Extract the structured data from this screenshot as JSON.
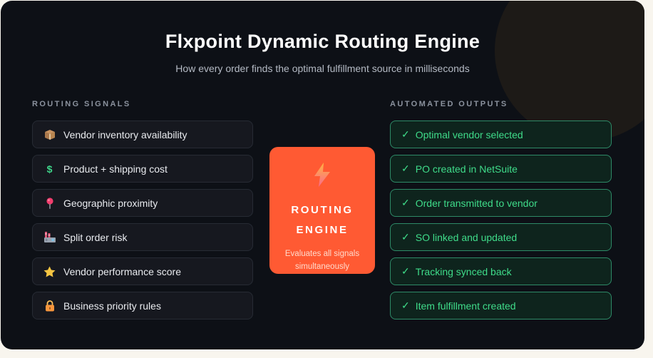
{
  "header": {
    "title": "Flxpoint Dynamic Routing Engine",
    "subtitle": "How every order finds the optimal fulfillment source in milliseconds"
  },
  "signals": {
    "heading": "ROUTING SIGNALS",
    "items": [
      {
        "icon": "package",
        "label": "Vendor inventory availability"
      },
      {
        "icon": "dollar",
        "label": "Product + shipping cost"
      },
      {
        "icon": "pushpin",
        "label": "Geographic proximity"
      },
      {
        "icon": "factory",
        "label": "Split order risk"
      },
      {
        "icon": "star",
        "label": "Vendor performance score"
      },
      {
        "icon": "lock",
        "label": "Business priority rules"
      }
    ]
  },
  "engine": {
    "icon": "lightning-bolt",
    "title_line1": "ROUTING",
    "title_line2": "ENGINE",
    "subtitle": "Evaluates all signals simultaneously"
  },
  "outputs": {
    "heading": "AUTOMATED OUTPUTS",
    "check_glyph": "✓",
    "items": [
      {
        "label": "Optimal vendor selected"
      },
      {
        "label": "PO created in NetSuite"
      },
      {
        "label": "Order transmitted to vendor"
      },
      {
        "label": "SO linked and updated"
      },
      {
        "label": "Tracking synced back"
      },
      {
        "label": "Item fulfillment created"
      }
    ]
  },
  "colors": {
    "page_bg": "#f8f5ee",
    "card_bg": "#0d1016",
    "accent_orange": "#ff5a33",
    "success_green": "#3fdc8a",
    "signal_box_bg": "#16181f",
    "output_box_bg": "#0e241d",
    "output_border": "#2e8a67",
    "heading_gray": "#8b929e"
  }
}
